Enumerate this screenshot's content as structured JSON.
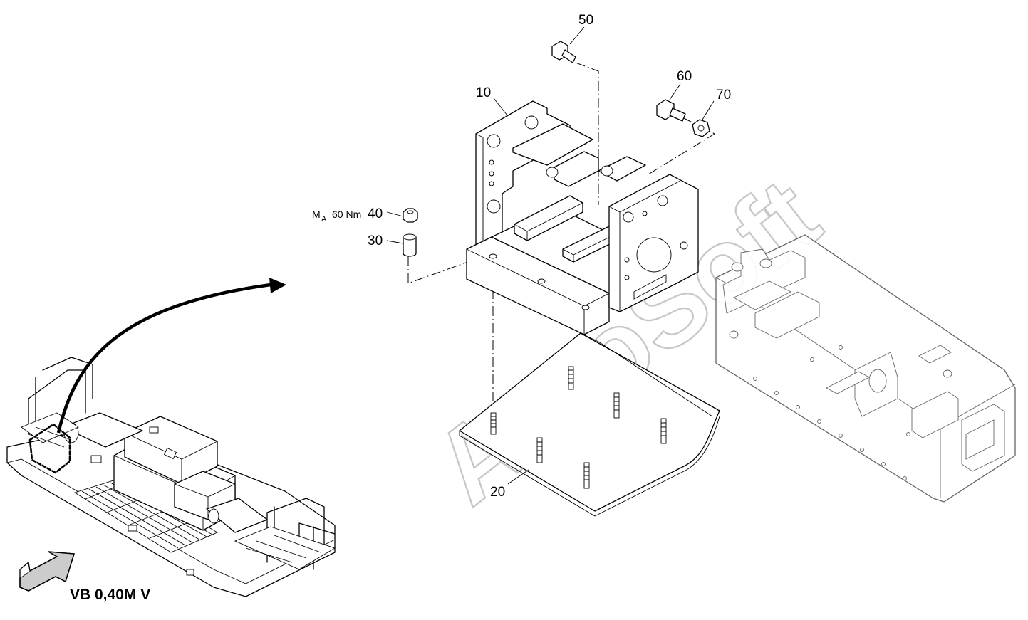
{
  "diagram": {
    "watermark": "AutoSoft",
    "view_label": "VB 0,40M V",
    "torque_note": {
      "prefix": "M",
      "subscript": "A",
      "value": "60 Nm"
    },
    "callouts": {
      "c10": "10",
      "c20": "20",
      "c30": "30",
      "c40": "40",
      "c50": "50",
      "c60": "60",
      "c70": "70"
    }
  }
}
